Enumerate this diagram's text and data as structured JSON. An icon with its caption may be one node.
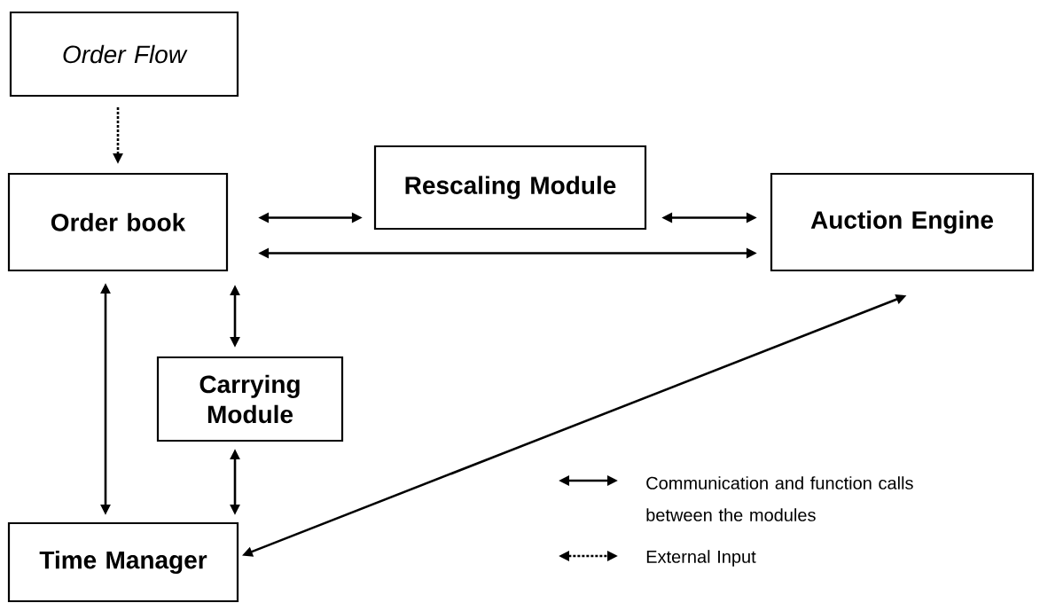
{
  "diagram": {
    "nodes": [
      {
        "text": [
          "Order Flow"
        ]
      },
      {
        "text": [
          "Rescaling Module"
        ]
      },
      {
        "text": [
          "Order book"
        ]
      },
      {
        "text": [
          "Auction Engine"
        ]
      },
      {
        "text": [
          "Carrying Module"
        ]
      },
      {
        "text": [
          "Time Manager"
        ]
      }
    ],
    "edges": [
      {
        "from": 0,
        "to": 2,
        "arrow": "to",
        "style": "dashed"
      },
      {
        "from": 2,
        "to": 1,
        "arrow": "both"
      },
      {
        "from": 1,
        "to": 3,
        "arrow": "both"
      },
      {
        "from": 2,
        "to": 3,
        "arrow": "both"
      },
      {
        "from": 2,
        "to": 4,
        "arrow": "both"
      },
      {
        "from": 2,
        "to": 5,
        "arrow": "both"
      },
      {
        "from": 4,
        "to": 5,
        "arrow": "both"
      },
      {
        "from": 5,
        "to": 3,
        "arrow": "both"
      }
    ],
    "legend": [
      {
        "text": "Communication and function calls between the modules"
      },
      {
        "text": "External Input"
      }
    ]
  }
}
